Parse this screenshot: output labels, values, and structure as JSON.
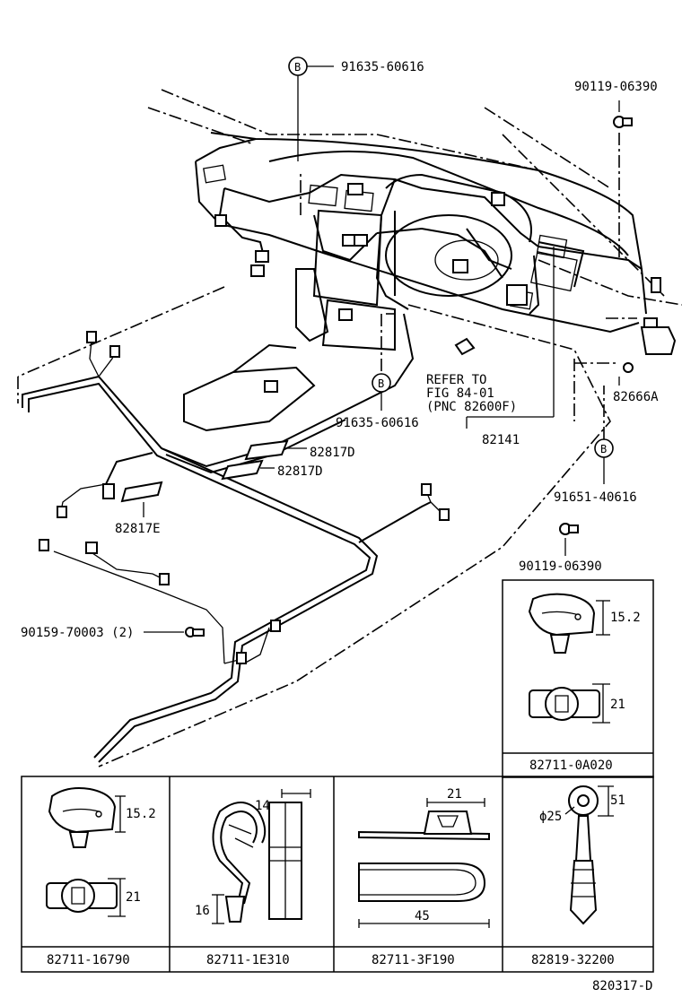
{
  "callouts": {
    "b_top": "91635-60616",
    "b_mid": "91635-60616",
    "b_right": "91651-40616",
    "bolt_top_right": "90119-06390",
    "bolt_mid_right": "90119-06390",
    "clip_left": "90159-70003 (2)",
    "part_82666a": "82666A",
    "part_82141": "82141",
    "part_82817d_a": "82817D",
    "part_82817d_b": "82817D",
    "part_82817e": "82817E",
    "refer_line1": "REFER TO",
    "refer_line2": "FIG 84-01",
    "refer_line3": "(PNC 82600F)",
    "b_symbol": "B"
  },
  "detail_boxes": [
    {
      "part": "82711-16790",
      "dim_a": "15.2",
      "dim_b": "21"
    },
    {
      "part": "82711-1E310",
      "dim_a": "14",
      "dim_b": "16"
    },
    {
      "part": "82711-3F190",
      "dim_a": "21",
      "dim_b": "45"
    },
    {
      "part": "82819-32200",
      "dim_a": "51",
      "dim_b": "ϕ25"
    },
    {
      "part": "82711-0A020",
      "dim_a": "15.2",
      "dim_b": "21"
    }
  ],
  "figure_id": "820317-D"
}
